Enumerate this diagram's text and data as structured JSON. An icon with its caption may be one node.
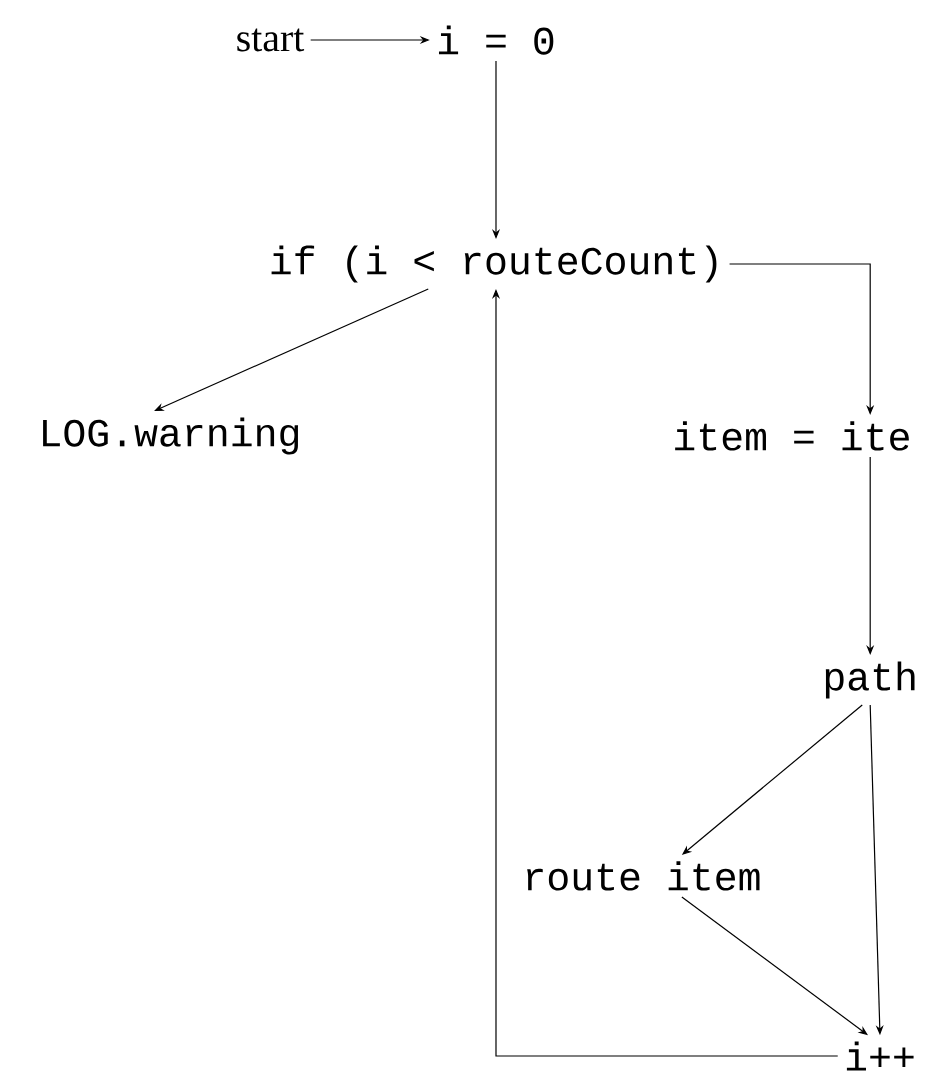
{
  "diagram": {
    "nodes": [
      {
        "text": [
          "start"
        ]
      },
      {
        "text": [
          "i = 0"
        ]
      },
      {
        "text": [
          "if (i < routeCount)"
        ]
      },
      {
        "text": [
          "LOG.warning"
        ]
      },
      {
        "text": [
          "item = ite"
        ]
      },
      {
        "text": [
          "path"
        ]
      },
      {
        "text": [
          "route item"
        ]
      },
      {
        "text": [
          "i++"
        ]
      }
    ],
    "edges": [
      {
        "from": 0,
        "to": 1,
        "arrow": "to"
      },
      {
        "from": 1,
        "to": 2,
        "arrow": "to"
      },
      {
        "from": 2,
        "to": 3,
        "arrow": "to"
      },
      {
        "from": 2,
        "to": 4,
        "arrow": "to"
      },
      {
        "from": 4,
        "to": 5,
        "arrow": "to"
      },
      {
        "from": 5,
        "to": 6,
        "arrow": "to"
      },
      {
        "from": 5,
        "to": 7,
        "arrow": "to"
      },
      {
        "from": 6,
        "to": 7,
        "arrow": "to"
      },
      {
        "from": 7,
        "to": 2,
        "arrow": "to"
      }
    ]
  }
}
